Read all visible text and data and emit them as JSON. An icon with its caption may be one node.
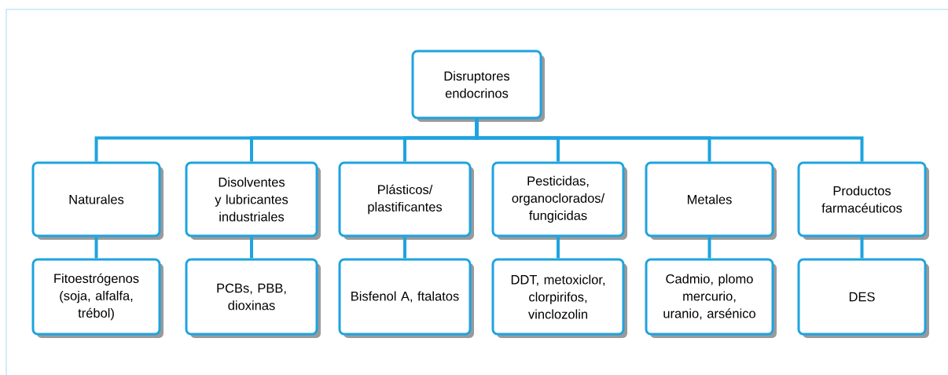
{
  "diagram": {
    "nodes": [
      {
        "text": [
          "Disruptores endocrinos"
        ]
      },
      {
        "text": [
          "Naturales"
        ]
      },
      {
        "text": [
          "Disolventes y lubricantes industriales"
        ]
      },
      {
        "text": [
          "Plásticos/ plastificantes"
        ]
      },
      {
        "text": [
          "Pesticidas, organoclorados/ fungicidas"
        ]
      },
      {
        "text": [
          "Metales"
        ]
      },
      {
        "text": [
          "Productos farmacéuticos"
        ]
      },
      {
        "text": [
          "Fitoestrógenos (soja, alfalfa, trébol)"
        ]
      },
      {
        "text": [
          "PCBs, PBB, dioxinas"
        ]
      },
      {
        "text": [
          "Bisfenol A, ftalatos"
        ]
      },
      {
        "text": [
          "DDT, metoxiclor, clorpirifos, vinclozolin"
        ]
      },
      {
        "text": [
          "Cadmio, plomo mercurio, uranio, arsénico"
        ]
      },
      {
        "text": [
          "DES"
        ]
      }
    ],
    "edges": [
      {
        "from": 0,
        "to": 1,
        "arrow": "none"
      },
      {
        "from": 0,
        "to": 2,
        "arrow": "none"
      },
      {
        "from": 0,
        "to": 3,
        "arrow": "none"
      },
      {
        "from": 0,
        "to": 4,
        "arrow": "none"
      },
      {
        "from": 0,
        "to": 5,
        "arrow": "none"
      },
      {
        "from": 0,
        "to": 6,
        "arrow": "none"
      },
      {
        "from": 1,
        "to": 7,
        "arrow": "none"
      },
      {
        "from": 2,
        "to": 8,
        "arrow": "none"
      },
      {
        "from": 3,
        "to": 9,
        "arrow": "none"
      },
      {
        "from": 4,
        "to": 10,
        "arrow": "none"
      },
      {
        "from": 5,
        "to": 11,
        "arrow": "none"
      },
      {
        "from": 6,
        "to": 12,
        "arrow": "none"
      }
    ]
  }
}
